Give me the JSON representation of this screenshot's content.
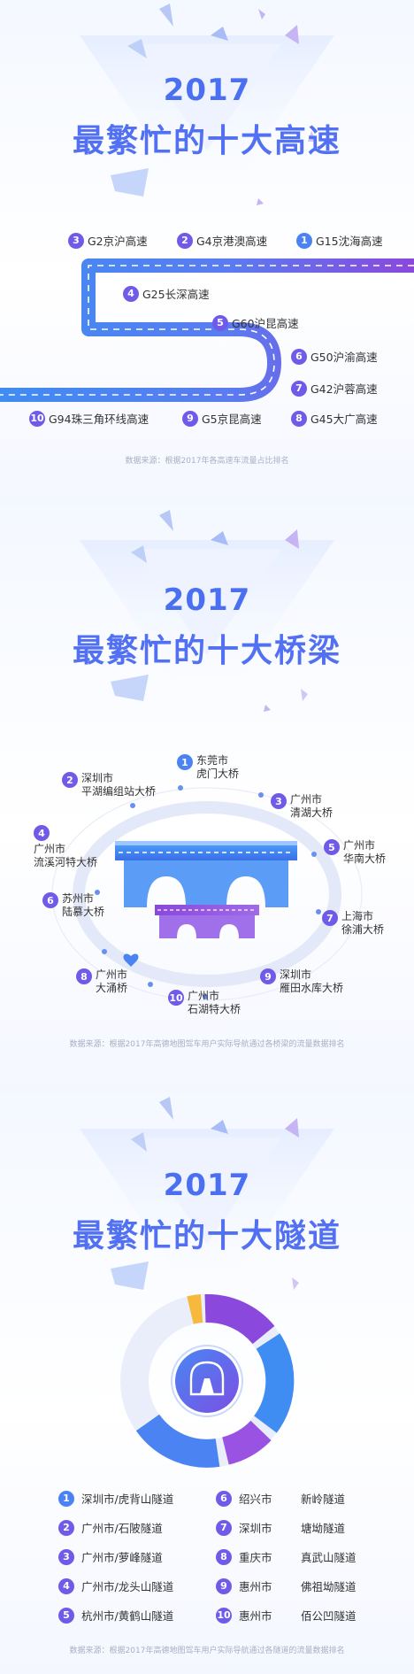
{
  "highways": {
    "year": "2017",
    "title": "最繁忙的十大高速",
    "items": [
      {
        "num": "3",
        "label": "G2京沪高速"
      },
      {
        "num": "2",
        "label": "G4京港澳高速"
      },
      {
        "num": "1",
        "label": "G15沈海高速"
      },
      {
        "num": "4",
        "label": "G25长深高速"
      },
      {
        "num": "5",
        "label": "G60沪昆高速"
      },
      {
        "num": "6",
        "label": "G50沪渝高速"
      },
      {
        "num": "7",
        "label": "G42沪蓉高速"
      },
      {
        "num": "10",
        "label": "G94珠三角环线高速"
      },
      {
        "num": "9",
        "label": "G5京昆高速"
      },
      {
        "num": "8",
        "label": "G45大广高速"
      }
    ],
    "source": "数据来源：根据2017年各高速车流量占比排名"
  },
  "bridges": {
    "year": "2017",
    "title": "最繁忙的十大桥梁",
    "items": [
      {
        "num": "1",
        "line1": "东莞市",
        "line2": "虎门大桥"
      },
      {
        "num": "2",
        "line1": "深圳市",
        "line2": "平湖编组站大桥"
      },
      {
        "num": "3",
        "line1": "广州市",
        "line2": "清湖大桥"
      },
      {
        "num": "4",
        "line1": "广州市",
        "line2": "流溪河特大桥"
      },
      {
        "num": "5",
        "line1": "广州市",
        "line2": "华南大桥"
      },
      {
        "num": "6",
        "line1": "苏州市",
        "line2": "陆慕大桥"
      },
      {
        "num": "7",
        "line1": "上海市",
        "line2": "徐浦大桥"
      },
      {
        "num": "8",
        "line1": "广州市",
        "line2": "大涌桥"
      },
      {
        "num": "9",
        "line1": "深圳市",
        "line2": "雁田水库大桥"
      },
      {
        "num": "10",
        "line1": "广州市",
        "line2": "石湖特大桥"
      }
    ],
    "source": "数据来源：根据2017年高德地图驾车用户实际导航通过各桥梁的流量数据排名"
  },
  "tunnels": {
    "year": "2017",
    "title": "最繁忙的十大隧道",
    "items": [
      {
        "num": "1",
        "label": "深圳市/虎背山隧道"
      },
      {
        "num": "2",
        "label": "广州市/石陂隧道"
      },
      {
        "num": "3",
        "label": "广州市/萝峰隧道"
      },
      {
        "num": "4",
        "label": "广州市/龙头山隧道"
      },
      {
        "num": "5",
        "label": "杭州市/黄鹤山隧道"
      },
      {
        "num": "6",
        "city": "绍兴市",
        "name": "新岭隧道"
      },
      {
        "num": "7",
        "city": "深圳市",
        "name": "塘坳隧道"
      },
      {
        "num": "8",
        "city": "重庆市",
        "name": "真武山隧道"
      },
      {
        "num": "9",
        "city": "惠州市",
        "name": "佛祖坳隧道"
      },
      {
        "num": "10",
        "city": "惠州市",
        "name": "佰公凹隧道"
      }
    ],
    "source": "数据来源：根据2017年高德地图驾车用户实际导航通过各隧道的流量数据排名"
  },
  "colors": {
    "accent": "#5270f2",
    "purple": "#8a48dc",
    "blue": "#3f8cf2",
    "orange": "#f6b93b"
  }
}
